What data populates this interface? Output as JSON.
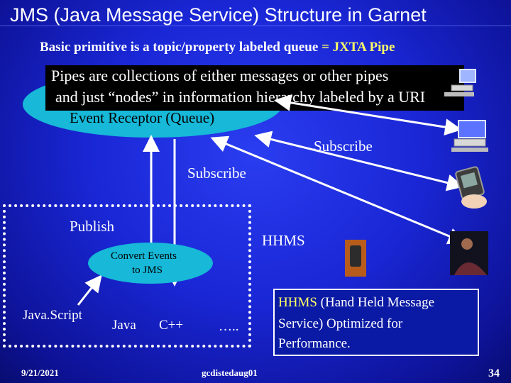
{
  "title": "JMS (Java Message Service) Structure in Garnet",
  "subtitle": {
    "prefix": "Basic primitive is a topic/property labeled queue ",
    "accent": "= JXTA Pipe"
  },
  "pipes_note": {
    "line1": "Pipes are collections of either messages or other pipes",
    "line2": "and just “nodes” in information hierarchy labeled by a URI"
  },
  "event_receptor": "Event Receptor (Queue)",
  "subscribe_right": "Subscribe",
  "subscribe_center": "Subscribe",
  "publish": "Publish",
  "hhms": "HHMS",
  "convert": {
    "line1": "Convert Events",
    "line2": "to JMS"
  },
  "languages": {
    "javascript": "Java.Script",
    "java": "Java",
    "cpp": "C++",
    "more": "….."
  },
  "hhms_desc": {
    "accent": "HHMS",
    "line1_rest": " (Hand Held Message",
    "line2": "Service) Optimized for",
    "line3": "Performance."
  },
  "footer": {
    "date": "9/21/2021",
    "center": "gcdistedaug01",
    "page": "34"
  },
  "icons": [
    "desktop-computer-icon",
    "laptop-computer-icon",
    "pda-hand-icon",
    "handheld-device-icon",
    "person-photo-icon"
  ],
  "colors": {
    "accent": "#ffff66",
    "ellipse": "#17b8d8",
    "background": "#1a27d6"
  }
}
